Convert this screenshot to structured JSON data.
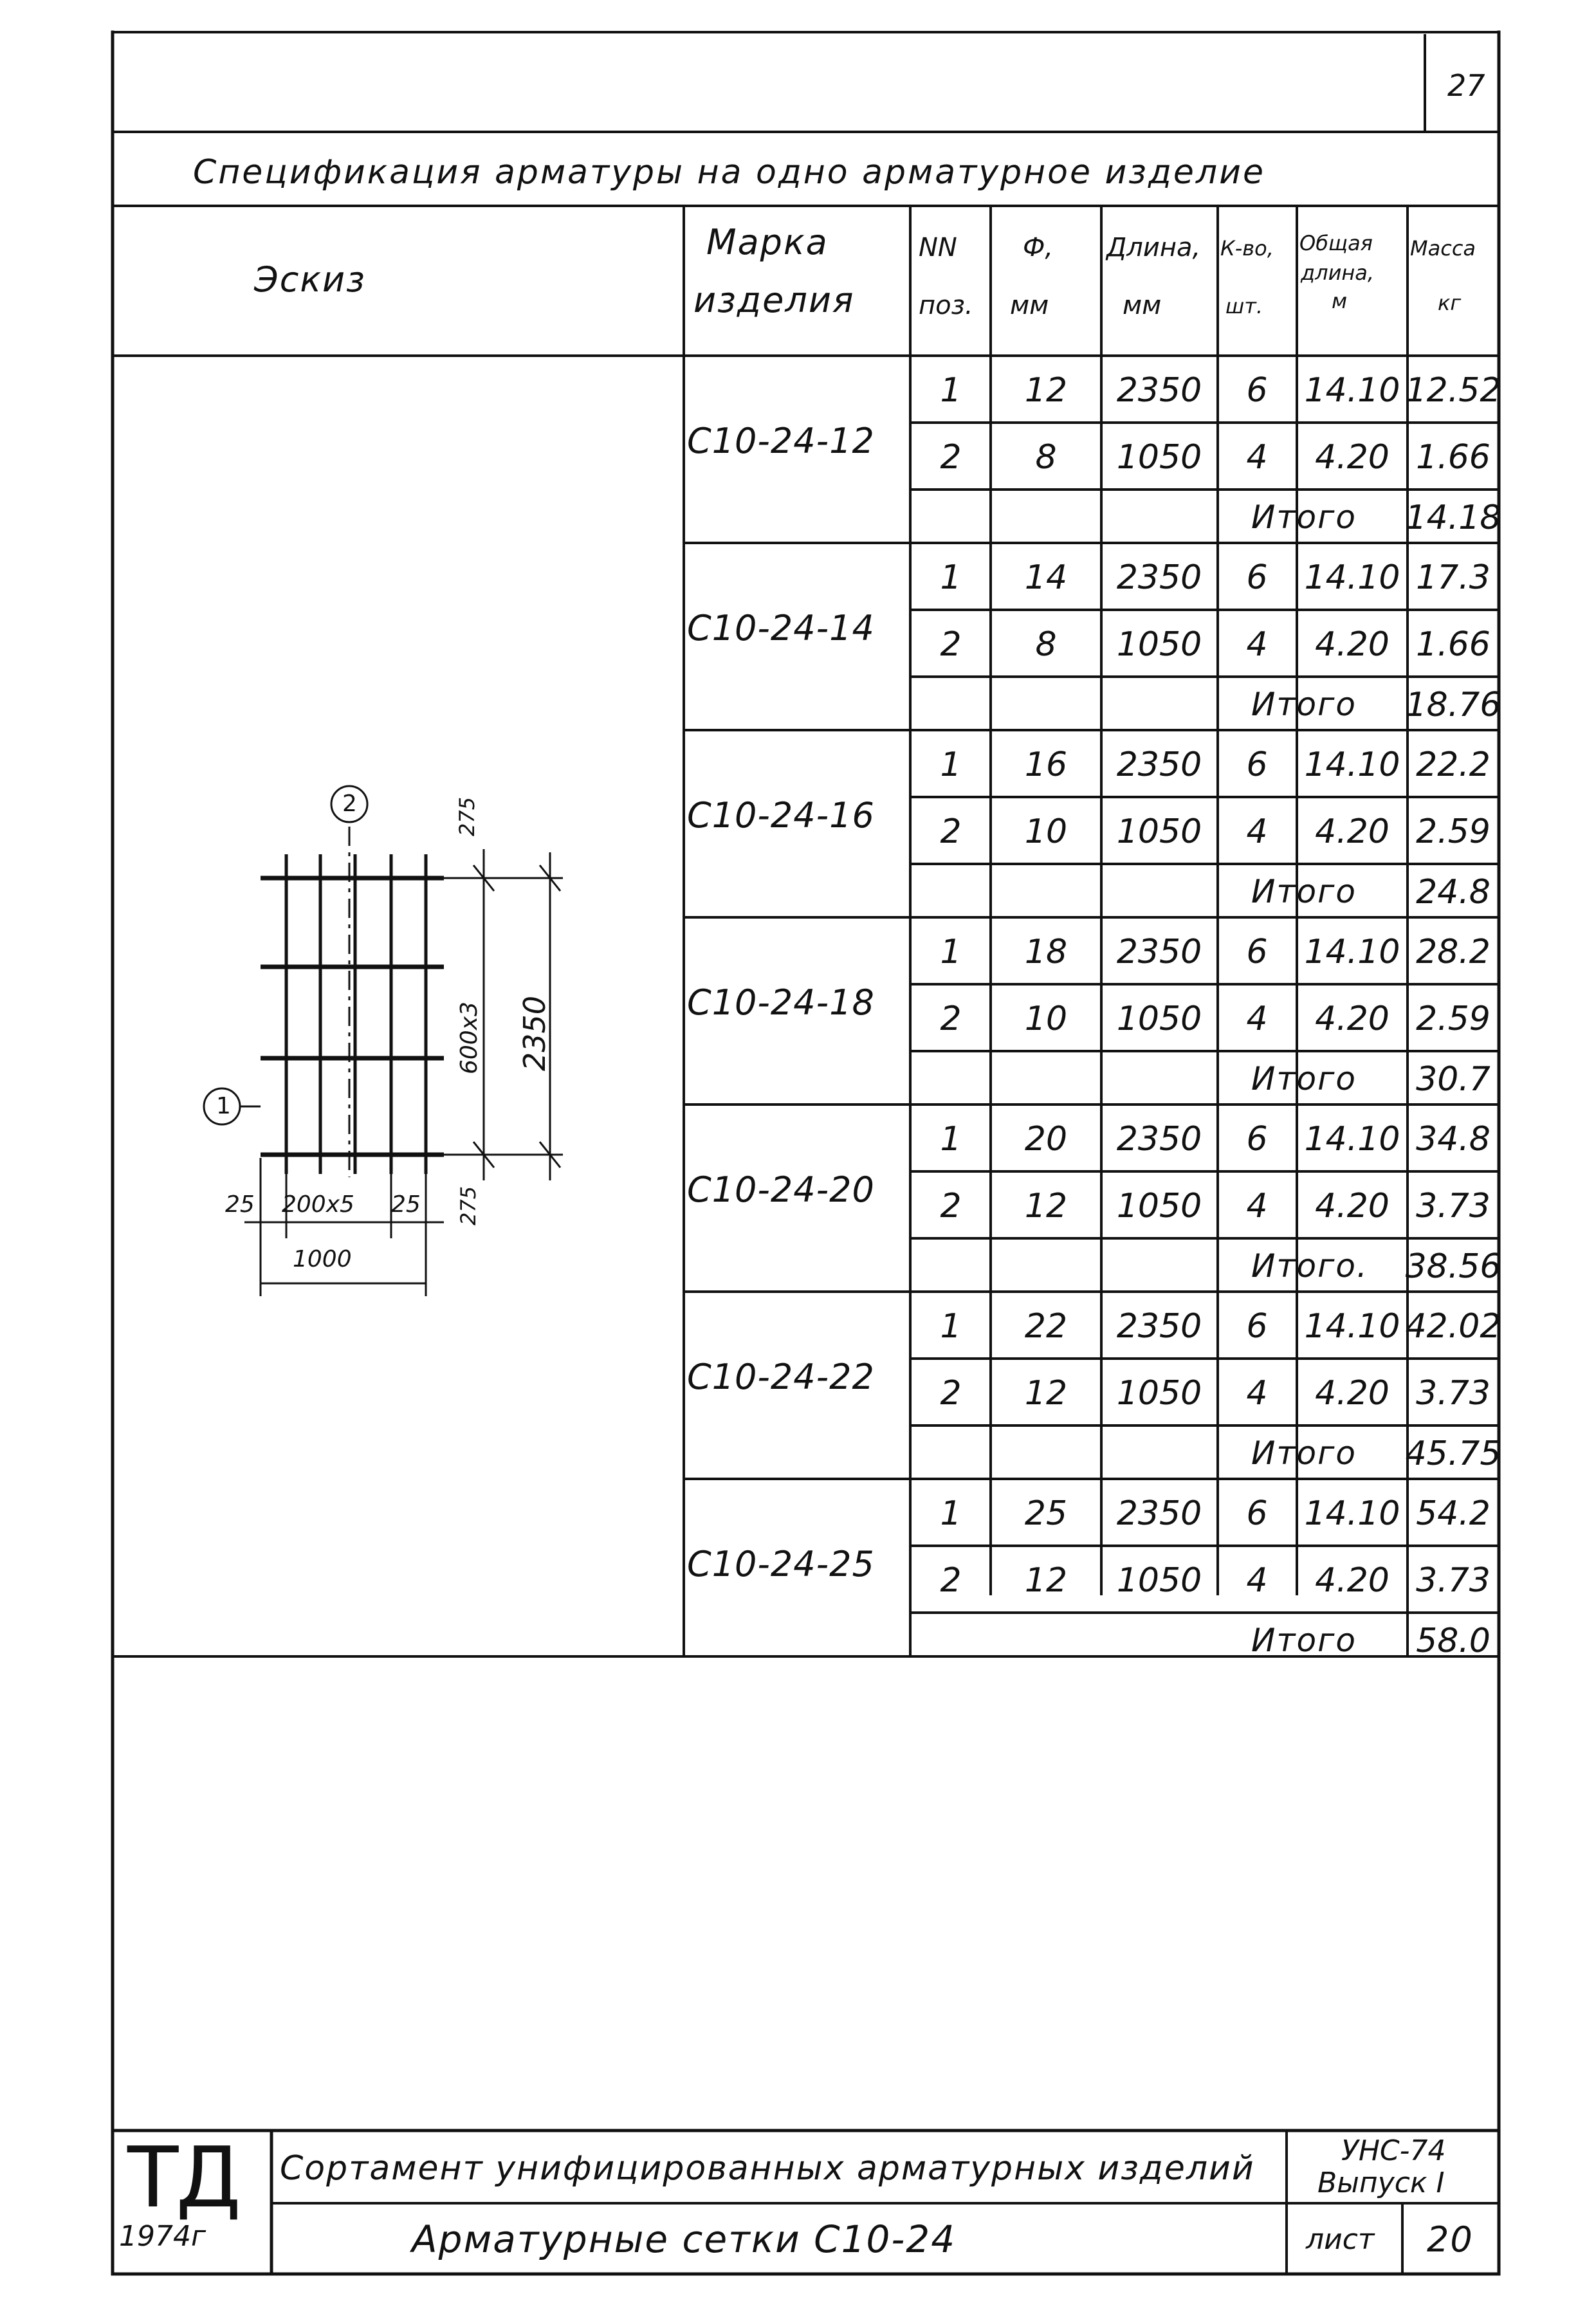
{
  "page_number": "27",
  "spec_title": "Спецификация арматуры на одно арматурное изделие",
  "headers": {
    "sketch": "Эскиз",
    "mark": [
      "Марка",
      "изделия"
    ],
    "pos": [
      "NN",
      "поз."
    ],
    "dia": [
      "Ф,",
      "мм"
    ],
    "length": [
      "Длина,",
      "мм"
    ],
    "qty": [
      "К-во,",
      "шт."
    ],
    "total_len": [
      "Общая",
      "длина,",
      "м"
    ],
    "mass": [
      "Масса",
      "кг"
    ]
  },
  "products": [
    {
      "mark": "С10-24-12",
      "rows": [
        {
          "pos": "1",
          "dia": "12",
          "length": "2350",
          "qty": "6",
          "total_len": "14.10",
          "mass": "12.52"
        },
        {
          "pos": "2",
          "dia": "8",
          "length": "1050",
          "qty": "4",
          "total_len": "4.20",
          "mass": "1.66"
        }
      ],
      "itogo_label": "Итого",
      "itogo_value": "14.18"
    },
    {
      "mark": "С10-24-14",
      "rows": [
        {
          "pos": "1",
          "dia": "14",
          "length": "2350",
          "qty": "6",
          "total_len": "14.10",
          "mass": "17.3"
        },
        {
          "pos": "2",
          "dia": "8",
          "length": "1050",
          "qty": "4",
          "total_len": "4.20",
          "mass": "1.66"
        }
      ],
      "itogo_label": "Итого",
      "itogo_value": "18.76"
    },
    {
      "mark": "С10-24-16",
      "rows": [
        {
          "pos": "1",
          "dia": "16",
          "length": "2350",
          "qty": "6",
          "total_len": "14.10",
          "mass": "22.2"
        },
        {
          "pos": "2",
          "dia": "10",
          "length": "1050",
          "qty": "4",
          "total_len": "4.20",
          "mass": "2.59"
        }
      ],
      "itogo_label": "Итого",
      "itogo_value": "24.8"
    },
    {
      "mark": "С10-24-18",
      "rows": [
        {
          "pos": "1",
          "dia": "18",
          "length": "2350",
          "qty": "6",
          "total_len": "14.10",
          "mass": "28.2"
        },
        {
          "pos": "2",
          "dia": "10",
          "length": "1050",
          "qty": "4",
          "total_len": "4.20",
          "mass": "2.59"
        }
      ],
      "itogo_label": "Итого",
      "itogo_value": "30.7"
    },
    {
      "mark": "С10-24-20",
      "rows": [
        {
          "pos": "1",
          "dia": "20",
          "length": "2350",
          "qty": "6",
          "total_len": "14.10",
          "mass": "34.8"
        },
        {
          "pos": "2",
          "dia": "12",
          "length": "1050",
          "qty": "4",
          "total_len": "4.20",
          "mass": "3.73"
        }
      ],
      "itogo_label": "Итого.",
      "itogo_value": "38.56"
    },
    {
      "mark": "С10-24-22",
      "rows": [
        {
          "pos": "1",
          "dia": "22",
          "length": "2350",
          "qty": "6",
          "total_len": "14.10",
          "mass": "42.02"
        },
        {
          "pos": "2",
          "dia": "12",
          "length": "1050",
          "qty": "4",
          "total_len": "4.20",
          "mass": "3.73"
        }
      ],
      "itogo_label": "Итого",
      "itogo_value": "45.75"
    },
    {
      "mark": "С10-24-25",
      "rows": [
        {
          "pos": "1",
          "dia": "25",
          "length": "2350",
          "qty": "6",
          "total_len": "14.10",
          "mass": "54.2"
        },
        {
          "pos": "2",
          "dia": "12",
          "length": "1050",
          "qty": "4",
          "total_len": "4.20",
          "mass": "3.73"
        }
      ],
      "itogo_label": "Итого",
      "itogo_value": "58.0"
    }
  ],
  "sketch": {
    "pos1": "1",
    "pos2": "2",
    "dim_top": "275",
    "dim_mid": "600x3",
    "dim_total": "2350",
    "dim_bottom": "275",
    "dim_left": "25",
    "dim_span": "200x5",
    "dim_right": "25",
    "dim_width": "1000"
  },
  "stamp": {
    "logo": "ТД",
    "year": "1974г",
    "title": "Сортамент унифицированных арматурных изделий",
    "code_line1": "УНС-74",
    "code_line2": "Выпуск I",
    "subtitle": "Арматурные сетки С10-24",
    "sheet_label": "лист",
    "sheet_number": "20"
  }
}
